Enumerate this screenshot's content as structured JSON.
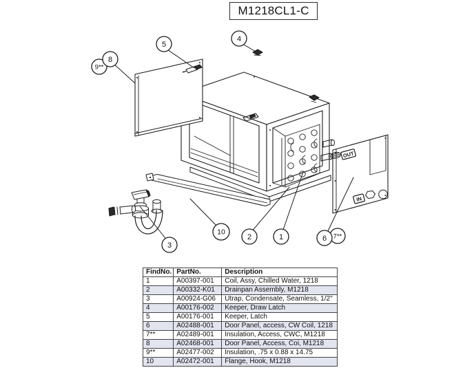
{
  "title": "M1218CL1-C",
  "diagram": {
    "labels": {
      "out": "OUT",
      "in": "IN"
    },
    "callouts": {
      "c1": "1",
      "c2": "2",
      "c3": "3",
      "c4": "4",
      "c5": "5",
      "c6": "6",
      "c7": "7**",
      "c8": "8",
      "c9": "9**",
      "c10": "10"
    }
  },
  "table": {
    "headers": {
      "find": "FindNo.",
      "part": "PartNo.",
      "desc": "Description"
    },
    "rows": [
      {
        "find": "1",
        "part": "A00397-001",
        "desc": "Coil, Assy, Chilled Water, 1218"
      },
      {
        "find": "2",
        "part": "A00332-K01",
        "desc": "Drainpan Assembly, M1218"
      },
      {
        "find": "3",
        "part": "A00924-G06",
        "desc": "Utrap, Condensate, Seamless, 1/2\""
      },
      {
        "find": "4",
        "part": "A00176-002",
        "desc": "Keeper, Draw Latch"
      },
      {
        "find": "5",
        "part": "A00176-001",
        "desc": "Keeper, Latch"
      },
      {
        "find": "6",
        "part": "A02488-001",
        "desc": "Door Panel, access, CW Coil, 1218"
      },
      {
        "find": "7**",
        "part": "A02489-001",
        "desc": "Insulation, Access, CWC, M1218"
      },
      {
        "find": "8",
        "part": "A02468-001",
        "desc": "Door Panel, Access, Coi, M1218"
      },
      {
        "find": "9**",
        "part": "A02477-002",
        "desc": "Insulation, .75 x 0.88 x 14.75"
      },
      {
        "find": "10",
        "part": "A02472-001",
        "desc": "Flange, Hook, M1218"
      }
    ]
  },
  "colors": {
    "line": "#1c1c1c",
    "row_shade": "#e2e4ee",
    "table_border": "#42424a"
  }
}
